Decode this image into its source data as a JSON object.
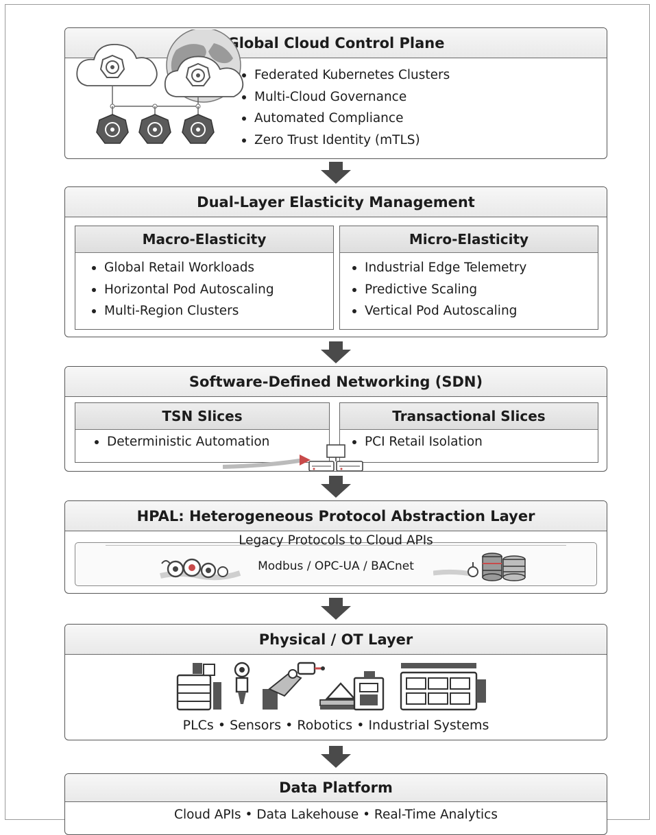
{
  "global_plane": {
    "title": "Global Cloud Control Plane",
    "items": [
      "Federated Kubernetes Clusters",
      "Multi-Cloud Governance",
      "Automated Compliance",
      "Zero Trust Identity (mTLS)"
    ],
    "icons": [
      "cloud-icon",
      "globe-icon",
      "kubernetes-icon"
    ]
  },
  "elasticity": {
    "title": "Dual-Layer Elasticity Management",
    "macro": {
      "title": "Macro-Elasticity",
      "items": [
        "Global Retail Workloads",
        "Horizontal Pod Autoscaling",
        "Multi-Region Clusters"
      ]
    },
    "micro": {
      "title": "Micro-Elasticity",
      "items": [
        "Industrial Edge Telemetry",
        "Predictive Scaling",
        "Vertical Pod Autoscaling"
      ]
    }
  },
  "sdn": {
    "title": "Software-Defined Networking (SDN)",
    "tsn": {
      "title": "TSN Slices",
      "items": [
        "Deterministic Automation"
      ]
    },
    "transactional": {
      "title": "Transactional Slices",
      "items": [
        "PCI Retail Isolation"
      ]
    },
    "icons": [
      "network-switch-icon"
    ]
  },
  "hpal": {
    "title": "HPAL: Heterogeneous Protocol Abstraction Layer",
    "subtitle": "Legacy Protocols to Cloud APIs",
    "protocols": "Modbus / OPC-UA / BACnet",
    "icons": [
      "gears-icon",
      "database-icon"
    ]
  },
  "physical": {
    "title": "Physical / OT Layer",
    "caption": "PLCs • Sensors • Robotics • Industrial Systems",
    "icons": [
      "plc-icon",
      "sensor-icon",
      "robot-arm-icon",
      "industrial-machine-icon"
    ]
  },
  "data_platform": {
    "title": "Data Platform",
    "caption": "Cloud APIs • Data Lakehouse • Real-Time Analytics"
  },
  "colors": {
    "border": "#555555",
    "header_bg": "#ececec",
    "arrow": "#4a4a4a",
    "icon_dark": "#5a5a5a",
    "accent_red": "#c84a4a"
  }
}
